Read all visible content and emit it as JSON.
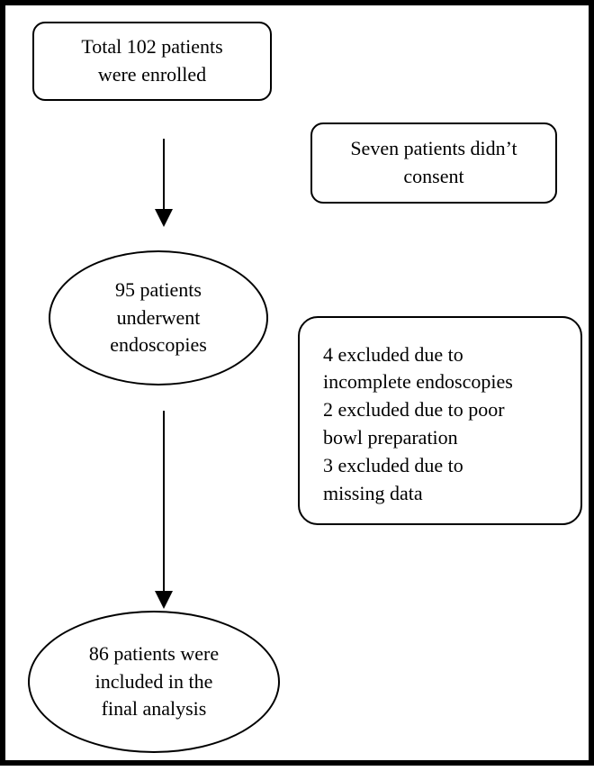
{
  "flowchart": {
    "enrolled": {
      "lines": [
        "Total 102 patients",
        "were enrolled"
      ]
    },
    "not_consented": {
      "lines": [
        "Seven patients didn’t",
        "consent"
      ]
    },
    "underwent_endoscopy": {
      "lines": [
        "95 patients",
        "underwent",
        "endoscopies"
      ]
    },
    "excluded": {
      "lines": [
        "4 excluded due to",
        "incomplete endoscopies",
        "2 excluded due to poor",
        "bowl preparation",
        "3 excluded due to",
        "missing  data"
      ]
    },
    "final": {
      "lines": [
        "86 patients were",
        "included in the",
        "final analysis"
      ]
    }
  }
}
